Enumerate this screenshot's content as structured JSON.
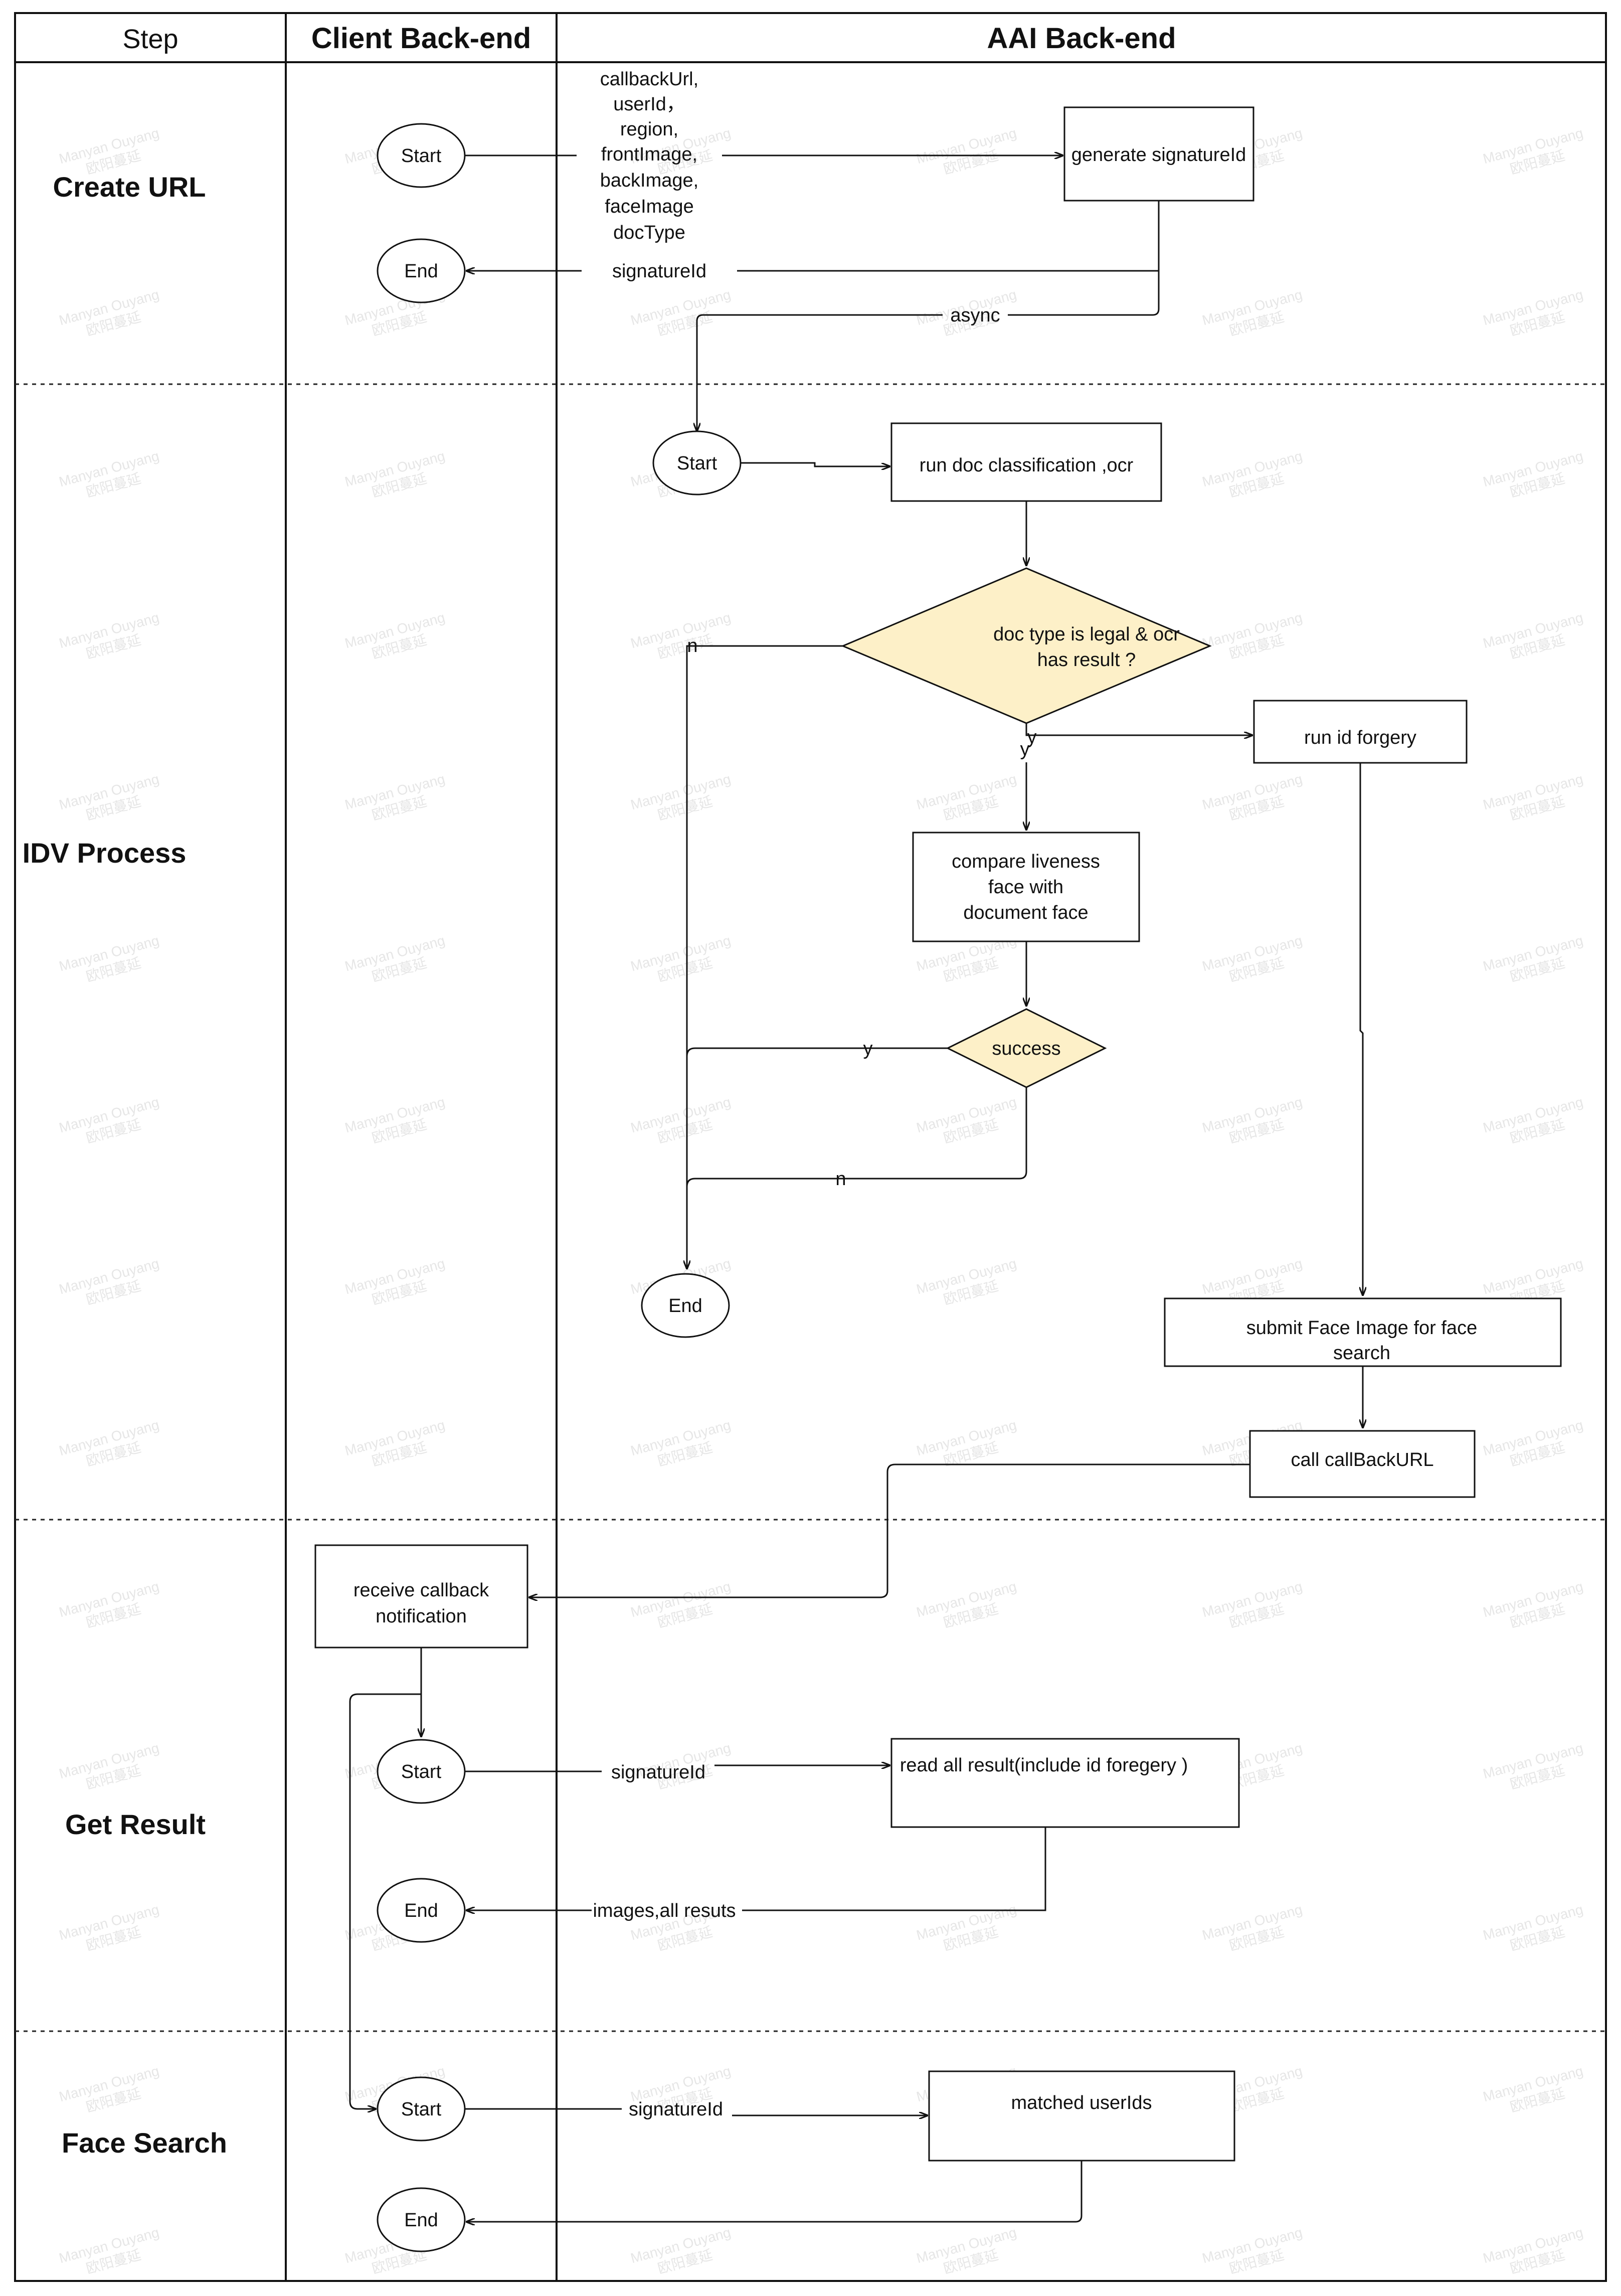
{
  "headers": {
    "step": "Step",
    "client": "Client Back-end",
    "aai": "AAI Back-end"
  },
  "lanes": {
    "create_url": "Create URL",
    "idv_process": "IDV Process",
    "get_result": "Get Result",
    "face_search": "Face Search"
  },
  "nodes": {
    "create_start": "Start",
    "create_end": "End",
    "generate_signature": "generate signatureId",
    "idv_start": "Start",
    "run_doc_classification": "run doc classification ,ocr",
    "doc_type_check": [
      "doc type is legal & ocr",
      "has result ?"
    ],
    "run_id_forgery": "run id forgery",
    "compare_liveness": [
      "compare liveness",
      "face with",
      "document face"
    ],
    "success": "success",
    "idv_end": "End",
    "submit_face_image": [
      "submit Face Image  for face",
      "search"
    ],
    "call_callback_url": "call callBackURL",
    "receive_callback": [
      "receive  callback",
      "notification"
    ],
    "result_start": "Start",
    "read_all_result": "read all result(include id foregery  )",
    "result_end": "End",
    "search_start": "Start",
    "matched_userids": "matched userIds",
    "search_end": "End"
  },
  "edges": {
    "request_params": [
      "callbackUrl,",
      "userId，",
      "region,",
      "frontImage,",
      "backImage,",
      "faceImage",
      "docType"
    ],
    "signature_return": "signatureId",
    "async": "async",
    "doc_no": "n",
    "doc_yes_1": "y",
    "doc_yes_2": "y",
    "success_yes": "y",
    "success_no": "n",
    "result_signature": "signatureId",
    "result_return": "images,all resuts",
    "search_signature": "signatureId"
  },
  "watermark": {
    "line1": "Manyan Ouyang",
    "line2": "欧阳蔓延"
  }
}
